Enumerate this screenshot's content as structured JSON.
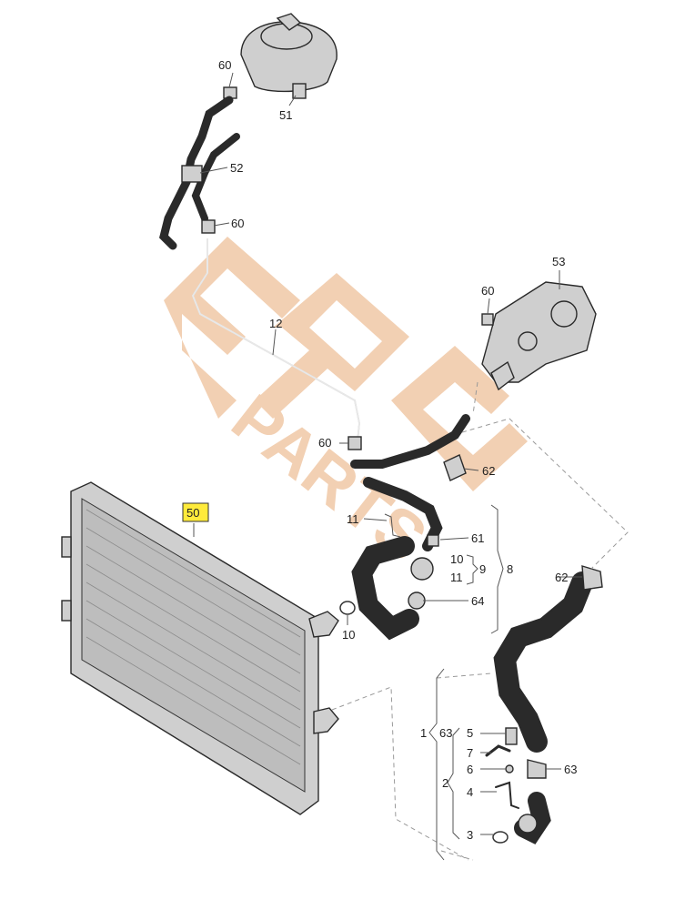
{
  "watermark": {
    "line1": "EPC",
    "line2": "PARTS",
    "color": "#f0c8a6"
  },
  "callouts": {
    "c50": "50",
    "c60a": "60",
    "c51": "51",
    "c52": "52",
    "c60b": "60",
    "c12": "12",
    "c53": "53",
    "c60c": "60",
    "c60d": "60",
    "c62a": "62",
    "c11a": "11",
    "c61": "61",
    "c10a": "10",
    "c11b": "11",
    "c9": "9",
    "c8": "8",
    "c62b": "62",
    "c64": "64",
    "c10b": "10",
    "c1": "1",
    "c63a": "63",
    "c5": "5",
    "c7": "7",
    "c6": "6",
    "c2": "2",
    "c4": "4",
    "c3": "3",
    "c63b": "63"
  },
  "highlight_color": "#ffeb3b"
}
